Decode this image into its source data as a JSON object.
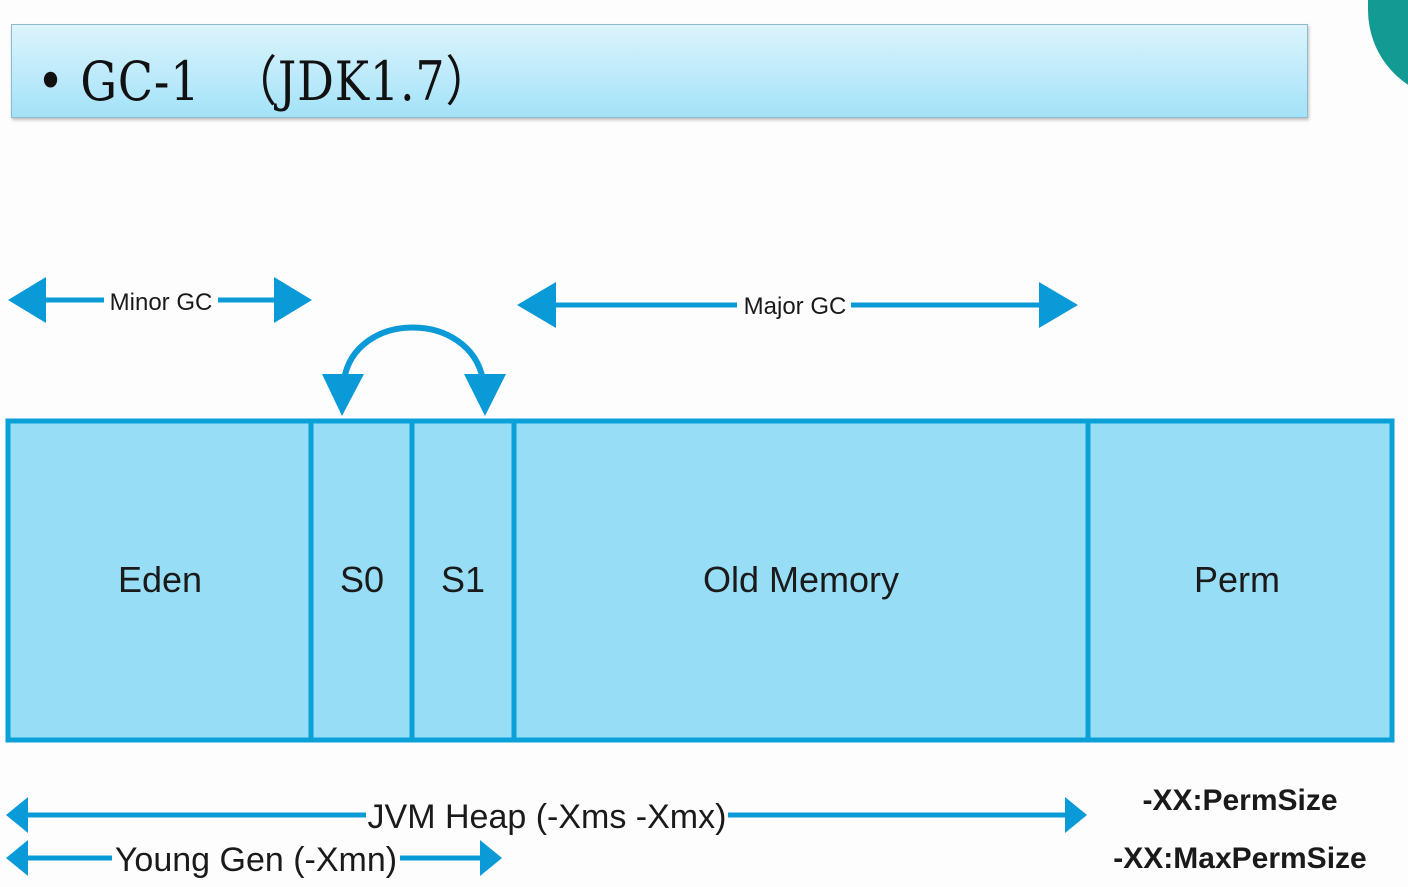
{
  "slide": {
    "title": "• GC-1  （JDK1.7）"
  },
  "colors": {
    "arrow": "#0a9ad8",
    "region_fill": "#96ddf5",
    "region_border": "#0aa0d8",
    "title_bar": "#b8e8fa"
  },
  "diagram": {
    "gc_arrows": {
      "minor": "Minor GC",
      "major": "Major GC"
    },
    "regions": [
      {
        "label": "Eden"
      },
      {
        "label": "S0"
      },
      {
        "label": "S1"
      },
      {
        "label": "Old Memory"
      },
      {
        "label": "Perm"
      }
    ],
    "spans": {
      "heap": "JVM Heap (-Xms -Xmx)",
      "young": "Young Gen (-Xmn)"
    },
    "perm_options": [
      "-XX:PermSize",
      "-XX:MaxPermSize"
    ]
  }
}
